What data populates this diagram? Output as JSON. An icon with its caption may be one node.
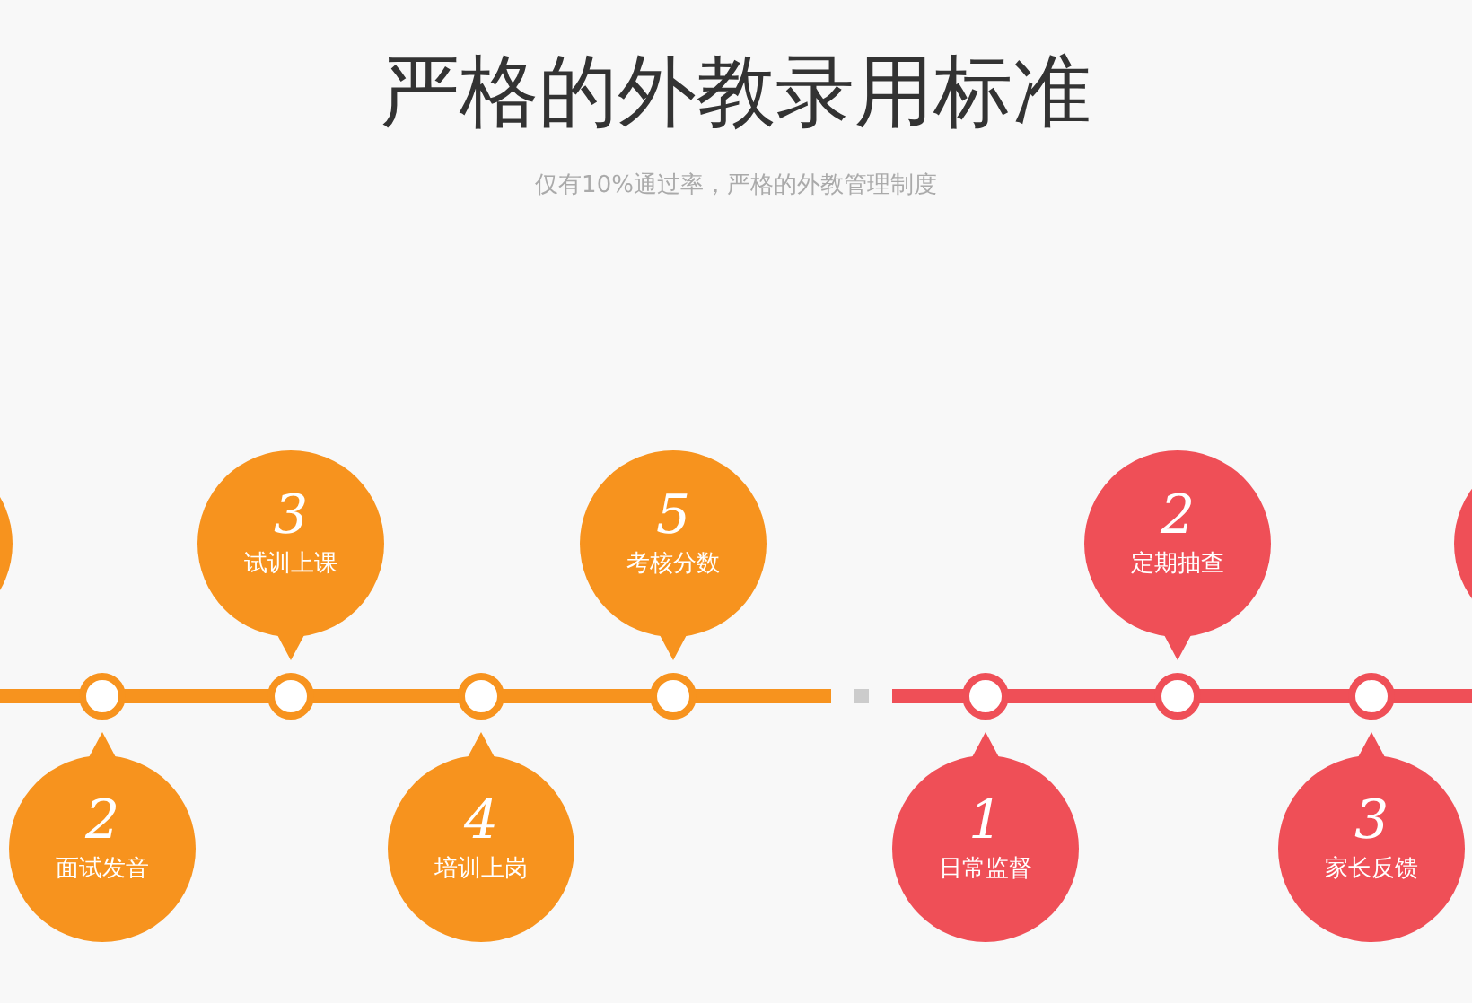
{
  "diagram": {
    "title": "严格的外教录用标准",
    "caption": "仅有10%通过率，严格的外教管理制度",
    "nodes": [
      {
        "text": [],
        "shape": "circle"
      },
      {
        "text": [
          "2",
          "面试发音"
        ]
      },
      {
        "text": [
          "3",
          "试训上课"
        ]
      },
      {
        "text": [
          "4",
          "培训上岗"
        ]
      },
      {
        "text": [
          "5",
          "考核分数"
        ]
      },
      {
        "text": [
          "1",
          "日常监督"
        ]
      },
      {
        "text": [
          "2",
          "定期抽查"
        ]
      },
      {
        "text": [
          "3",
          "家长反馈"
        ]
      },
      {
        "text": [],
        "shape": "circle"
      }
    ]
  }
}
